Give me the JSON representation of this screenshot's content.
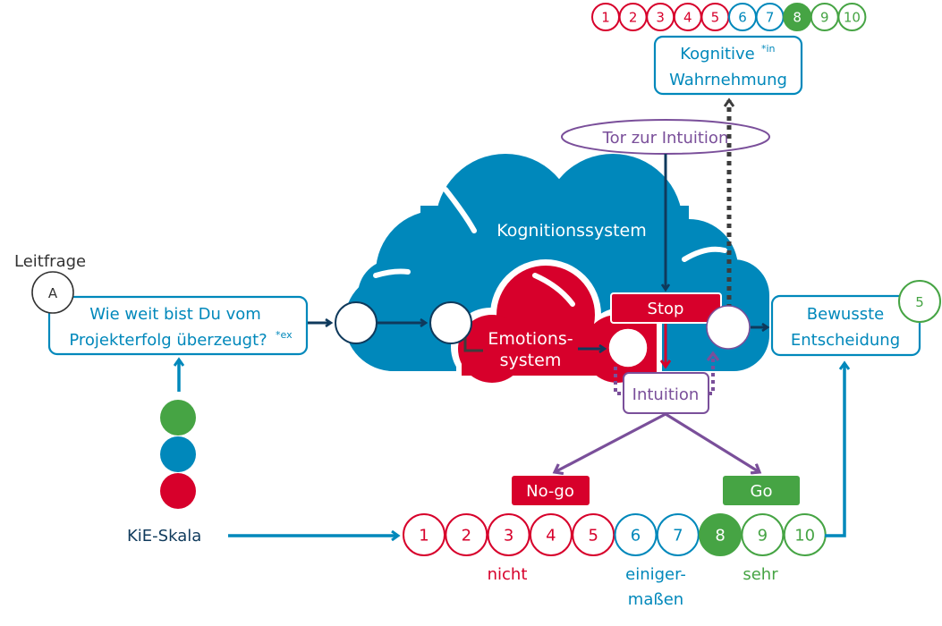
{
  "colors": {
    "red": "#d7002b",
    "blue": "#0088bb",
    "green": "#46a444",
    "purple": "#7a4f9a",
    "navy": "#0f3a5c",
    "darkgray": "#3c3c3c"
  },
  "top_scale": {
    "items": [
      "1",
      "2",
      "3",
      "4",
      "5",
      "6",
      "7",
      "8",
      "9",
      "10"
    ],
    "selected": "8"
  },
  "kognitive_box": {
    "line1": "Kognitive",
    "sup": "*in",
    "line2": "Wahrnehmung"
  },
  "tor_zur_intuition": "Tor zur Intuition",
  "kognitionssystem": "Kognitionssystem",
  "emotionssystem": {
    "line1": "Emotions-",
    "line2": "system"
  },
  "stop_label": "Stop",
  "intuition_label": "Intuition",
  "leitfrage": {
    "heading": "Leitfrage",
    "badge": "A",
    "line1": "Wie weit bist Du vom",
    "line2": "Projekterfolg überzeugt?",
    "sup": "*ex"
  },
  "entscheidung": {
    "line1": "Bewusste",
    "line2": "Entscheidung",
    "badge": "5"
  },
  "kie_skala_label": "KiE-Skala",
  "nogo_label": "No-go",
  "go_label": "Go",
  "bottom_scale": {
    "items": [
      "1",
      "2",
      "3",
      "4",
      "5",
      "6",
      "7",
      "8",
      "9",
      "10"
    ],
    "selected": "8",
    "labels": {
      "nicht": "nicht",
      "einigermassen_1": "einiger-",
      "einigermassen_2": "maßen",
      "sehr": "sehr"
    }
  }
}
